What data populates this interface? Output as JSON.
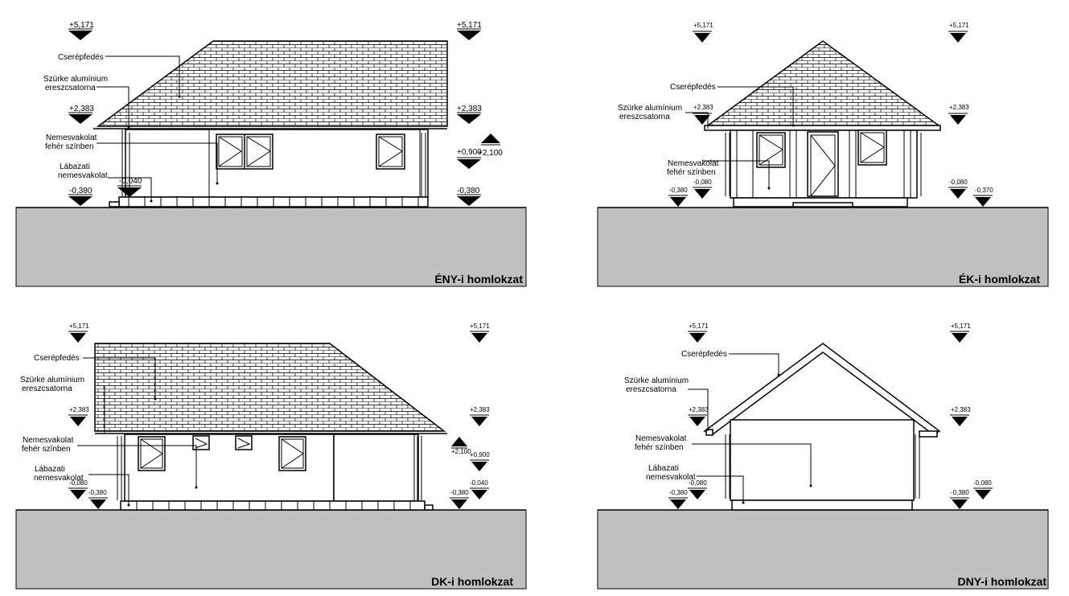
{
  "panels": {
    "p1": {
      "title": "ÉNY-i homlokzat",
      "levels": {
        "top_l": "+5,171",
        "top_r": "+5,171",
        "mid_l": "+2,383",
        "mid_r": "+2,383",
        "h2100": "+2,100",
        "h900": "+0,900",
        "h040": "-0,040",
        "bot_l": "-0,380",
        "bot_r": "-0,380"
      },
      "notes": {
        "roof": "Cserépfedés",
        "gutter1": "Szürke alumínium",
        "gutter2": "ereszcsatorna",
        "plaster1": "Nemesvakolat",
        "plaster2": "fehér színben",
        "plinth1": "Lábazati",
        "plinth2": "nemesvakolat"
      }
    },
    "p2": {
      "title": "ÉK-i homlokzat",
      "levels": {
        "top_l": "+5,171",
        "top_r": "+5,171",
        "mid_l": "+2,383",
        "mid_r": "+2,383",
        "h080a": "-0,080",
        "h080b": "-0,080",
        "bot_l": "-0,380",
        "h370": "-0,370"
      },
      "notes": {
        "roof": "Cserépfedés",
        "gutter1": "Szürke alumínium",
        "gutter2": "ereszcsatorna",
        "plaster1": "Nemesvakolat",
        "plaster2": "fehér színben"
      }
    },
    "p3": {
      "title": "DK-i homlokzat",
      "levels": {
        "top_l": "+5,171",
        "top_r": "+5,171",
        "mid_l": "+2,383",
        "mid_r": "+2,383",
        "h2100": "+2,100",
        "h900": "+0,900",
        "h080": "-0,080",
        "h040": "-0,040",
        "bot_l": "-0,380",
        "bot_r": "-0,380"
      },
      "notes": {
        "roof": "Cserépfedés",
        "gutter1": "Szürke alumínium",
        "gutter2": "ereszcsatorna",
        "plaster1": "Nemesvakolat",
        "plaster2": "fehér színben",
        "plinth1": "Lábazati",
        "plinth2": "nemesvakolat"
      }
    },
    "p4": {
      "title": "DNY-i homlokzat",
      "levels": {
        "top_l": "+5,171",
        "top_r": "+5,171",
        "mid_l": "+2,383",
        "mid_r": "+2,383",
        "h080a": "-0,080",
        "h080b": "-0,080",
        "bot_l": "-0,380",
        "bot_r": "-0,380"
      },
      "notes": {
        "roof": "Cserépfedés",
        "gutter1": "Szürke alumínium",
        "gutter2": "ereszcsatorna",
        "plaster1": "Nemesvakolat",
        "plaster2": "fehér színben",
        "plinth1": "Lábazati",
        "plinth2": "nemesvakolat"
      }
    }
  }
}
